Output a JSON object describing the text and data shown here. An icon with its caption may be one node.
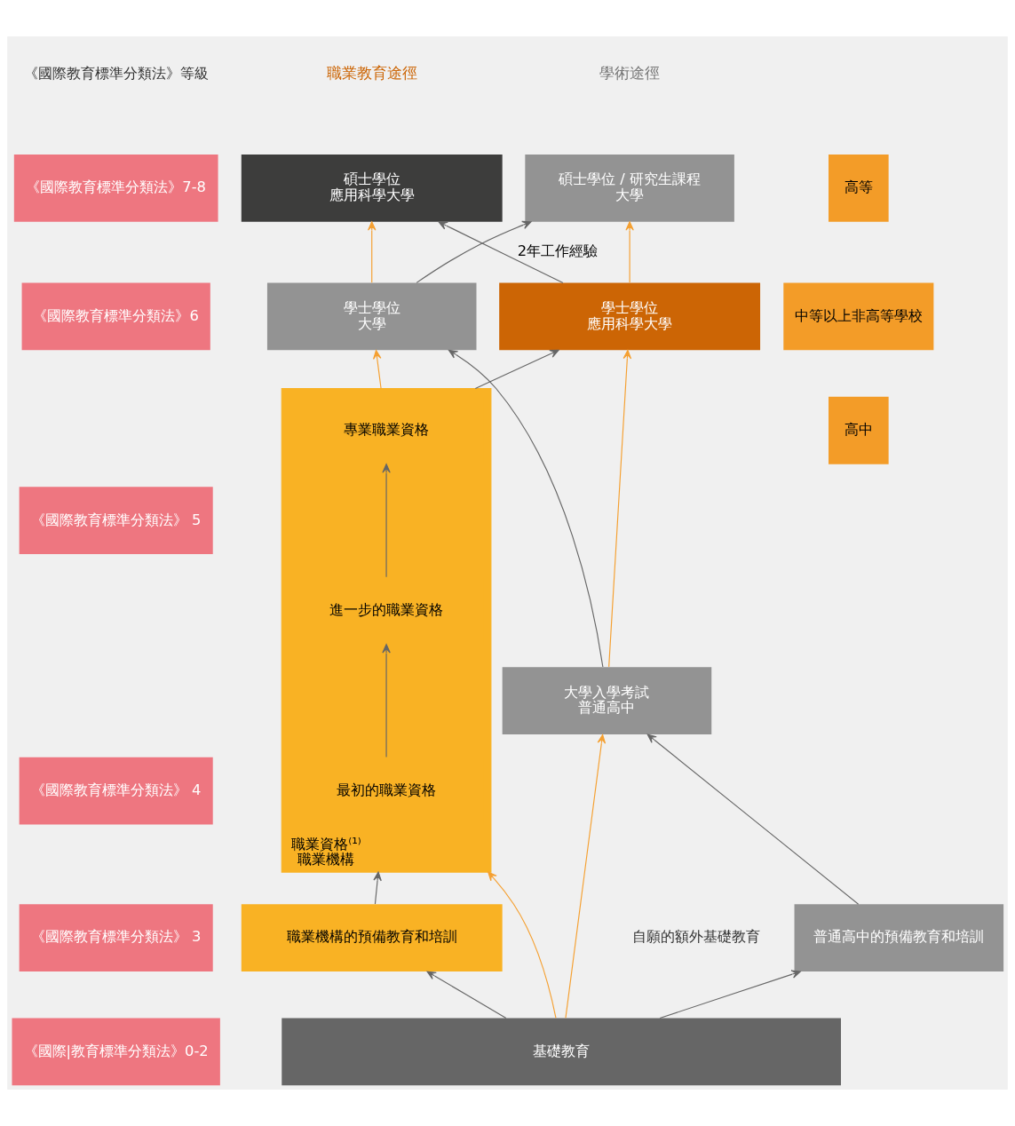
{
  "diagram": {
    "nodes": [
      {
        "text": [
          "《國際教育標準分類法》7-8"
        ]
      },
      {
        "text": [
          "碩士學位",
          "應用科學大學"
        ]
      },
      {
        "text": [
          "碩士學位 / 研究生課程",
          "大學"
        ]
      },
      {
        "text": [
          "高等"
        ]
      },
      {
        "text": [
          "《國際教育標準分類法》6"
        ]
      },
      {
        "text": [
          "學士學位",
          "應用科學大學"
        ]
      },
      {
        "text": [
          "學士學位",
          "大學"
        ]
      },
      {
        "text": [
          "《國際教育標準分類法》 5"
        ]
      },
      {
        "text": [
          "職業資格⁽¹⁾",
          "職業機構"
        ]
      },
      {
        "text": [
          "專業職業資格"
        ],
        "in": 8
      },
      {
        "text": [
          "中等以上非高等學校"
        ]
      },
      {
        "text": [
          "《國際教育標準分類法》 4"
        ]
      },
      {
        "text": [
          "進一步的職業資格"
        ],
        "in": 8
      },
      {
        "text": [
          "大學入學考試",
          "普通高中"
        ]
      },
      {
        "text": [
          "《國際教育標準分類法》 3"
        ]
      },
      {
        "text": [
          "最初的職業資格"
        ],
        "in": 8
      },
      {
        "text": [
          "高中"
        ]
      },
      {
        "text": [
          "職業機構的預備教育和培訓"
        ]
      },
      {
        "text": [
          "普通高中的預備教育和培訓"
        ]
      },
      {
        "text": [
          "《國際|教育標準分類法》0-2"
        ]
      },
      {
        "text": [
          "基礎教育"
        ]
      }
    ],
    "edges": [
      {
        "from": 5,
        "to": 1,
        "arrow": "to",
        "label": "2年工作經驗"
      },
      {
        "from": 6,
        "to": 2,
        "arrow": "to"
      },
      {
        "from": 5,
        "to": 2,
        "arrow": "to",
        "color": "#f5a031"
      },
      {
        "from": 6,
        "to": 1,
        "arrow": "to",
        "color": "#f5a031"
      },
      {
        "from": 8,
        "to": 5,
        "arrow": "to"
      },
      {
        "from": 8,
        "to": 6,
        "arrow": "to",
        "color": "#f5a031"
      },
      {
        "from": 13,
        "to": 5,
        "arrow": "to",
        "color": "#f5a031"
      },
      {
        "from": 12,
        "to": 9,
        "arrow": "to"
      },
      {
        "from": 15,
        "to": 12,
        "arrow": "to"
      },
      {
        "from": 13,
        "to": 6,
        "arrow": "to"
      },
      {
        "from": 17,
        "to": 8,
        "arrow": "to"
      },
      {
        "from": 20,
        "to": 8,
        "arrow": "to",
        "color": "#f5a031"
      },
      {
        "from": 20,
        "to": 13,
        "arrow": "to",
        "color": "#f5a031"
      },
      {
        "from": 18,
        "to": 13,
        "arrow": "to"
      },
      {
        "from": 20,
        "to": 17,
        "arrow": "to"
      },
      {
        "from": 20,
        "to": 18,
        "arrow": "to"
      }
    ],
    "labels": [
      "《國際教育標準分類法》等級",
      "職業教育途徑",
      "學術途徑",
      "自願的額外基礎教育"
    ]
  }
}
